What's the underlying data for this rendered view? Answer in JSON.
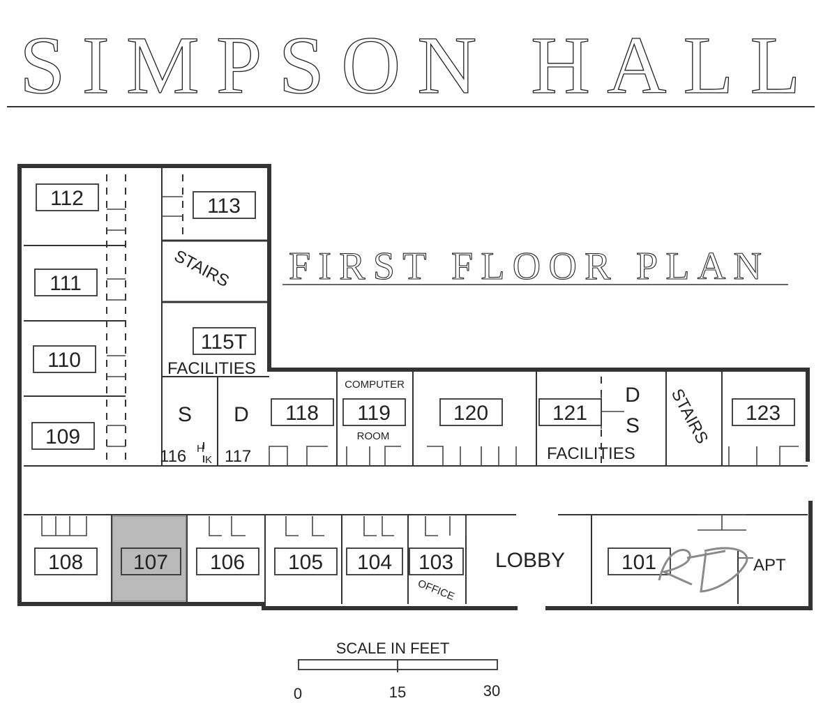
{
  "building_name": "SIMPSON HALL",
  "plan_title": "FIRST FLOOR PLAN",
  "rooms": {
    "r112": "112",
    "r113": "113",
    "r111": "111",
    "r110": "110",
    "r109": "109",
    "r115t": "115T",
    "r118": "118",
    "r119": "119",
    "r120": "120",
    "r121": "121",
    "r123": "123",
    "r108": "108",
    "r107": "107",
    "r106": "106",
    "r105": "105",
    "r104": "104",
    "r103": "103",
    "r101": "101",
    "r116": "116",
    "r117": "117"
  },
  "labels": {
    "stairs_north": "STAIRS",
    "stairs_east": "STAIRS",
    "facilities_north": "FACILITIES",
    "facilities_east": "FACILITIES",
    "shower": "S",
    "dryer": "D",
    "d_east": "D",
    "s_east": "S",
    "hk_h": "H",
    "hk_k": "K",
    "computer": "COMPUTER",
    "room": "ROOM",
    "office": "OFFICE",
    "lobby": "LOBBY",
    "apt": "APT"
  },
  "scale": {
    "title": "SCALE IN FEET",
    "ticks": [
      "0",
      "15",
      "30"
    ]
  },
  "highlighted_room": "107",
  "colors": {
    "highlight": "#b9b9b9",
    "ink": "#333333"
  },
  "stamp_initials": "RD"
}
